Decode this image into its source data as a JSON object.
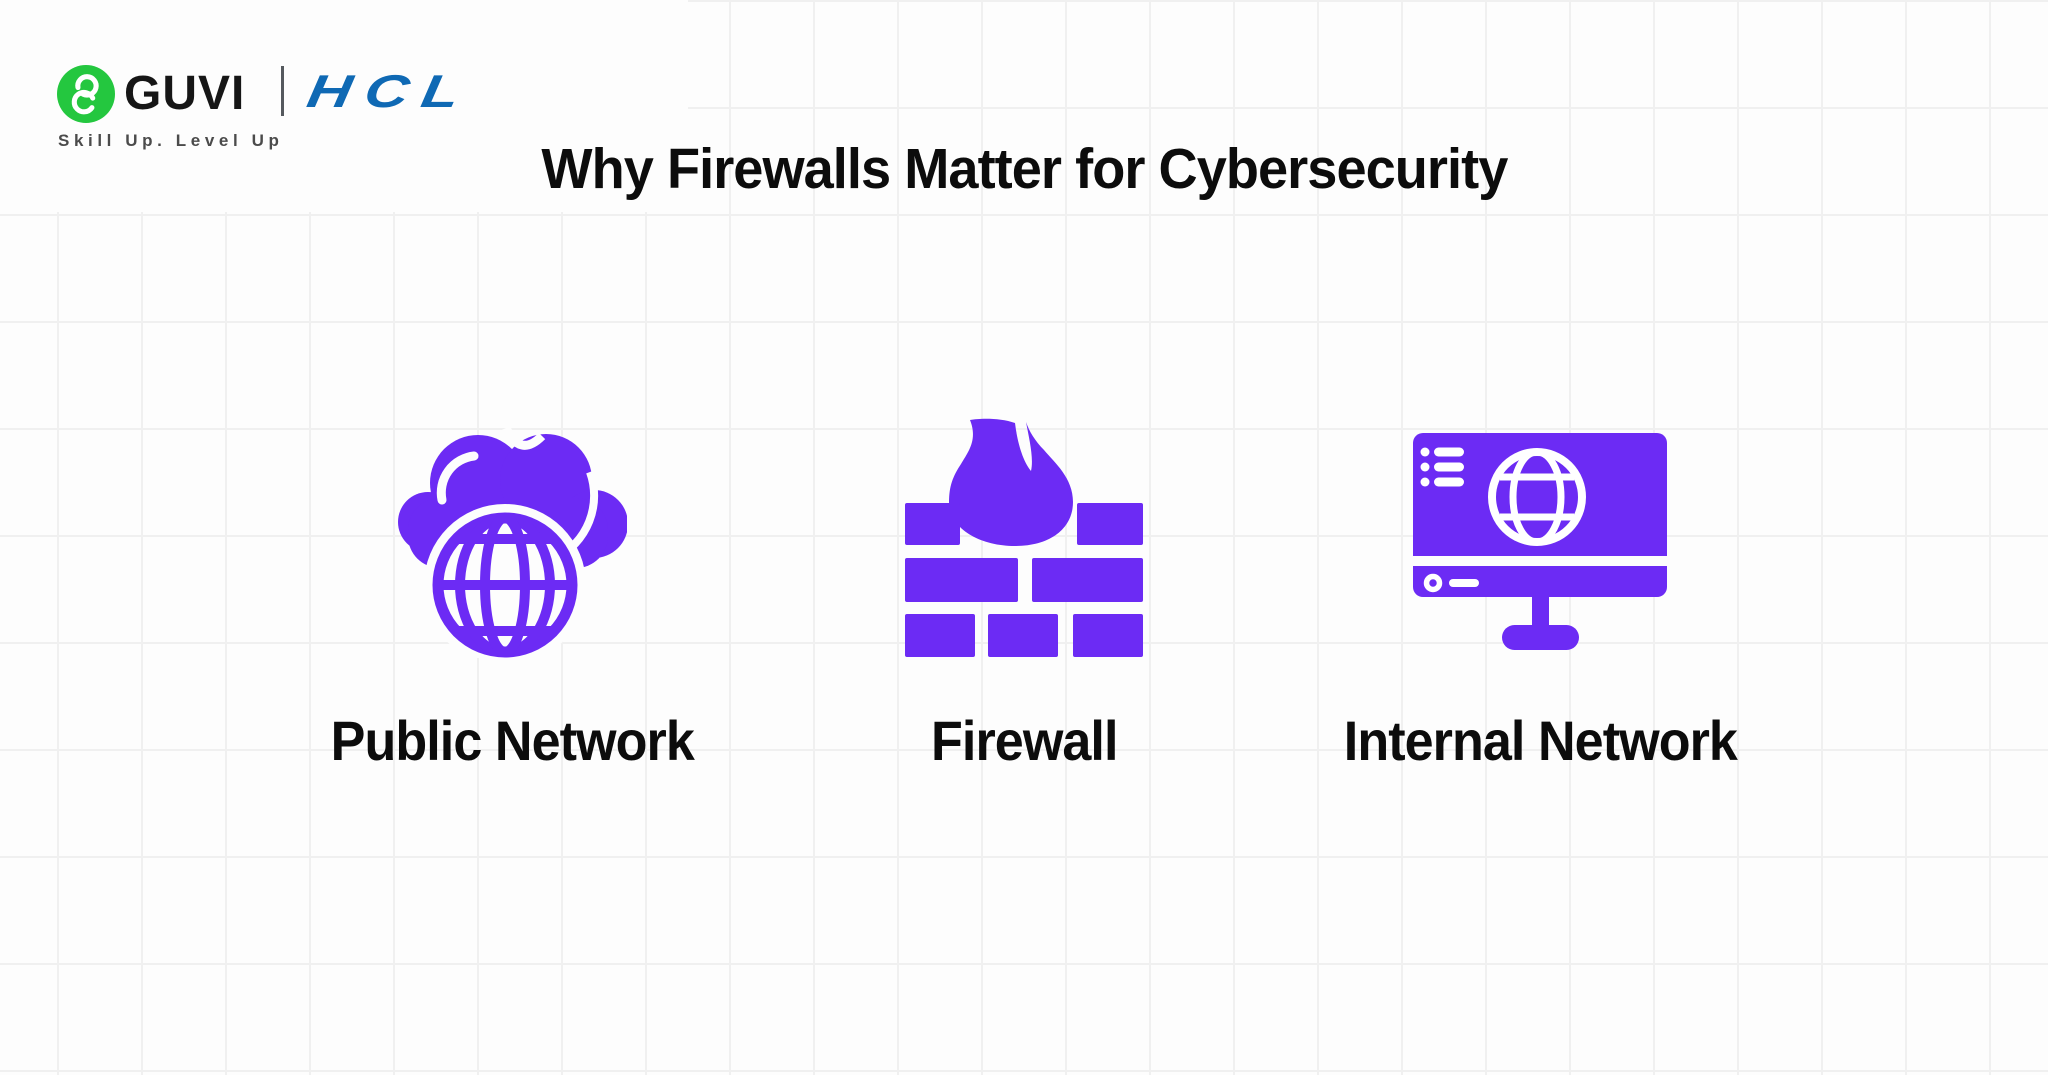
{
  "header": {
    "brand_text": "GUVI",
    "partner_text": "HCL",
    "tagline": "Skill Up. Level Up"
  },
  "title": "Why Firewalls Matter for Cybersecurity",
  "columns": [
    {
      "label": "Public Network",
      "icon": "cloud-globe-icon"
    },
    {
      "label": "Firewall",
      "icon": "flame-brick-wall-icon"
    },
    {
      "label": "Internal Network",
      "icon": "monitor-globe-icon"
    }
  ],
  "colors": {
    "icon_purple": "#6C2BF4",
    "guvi_green": "#24C73F",
    "hcl_blue": "#0F69B4",
    "text_dark": "#0C0C0C",
    "tagline_gray": "#4B4B4B",
    "divider_gray": "#55595E",
    "grid_line": "#F0F0F0",
    "background": "#FDFDFD"
  }
}
